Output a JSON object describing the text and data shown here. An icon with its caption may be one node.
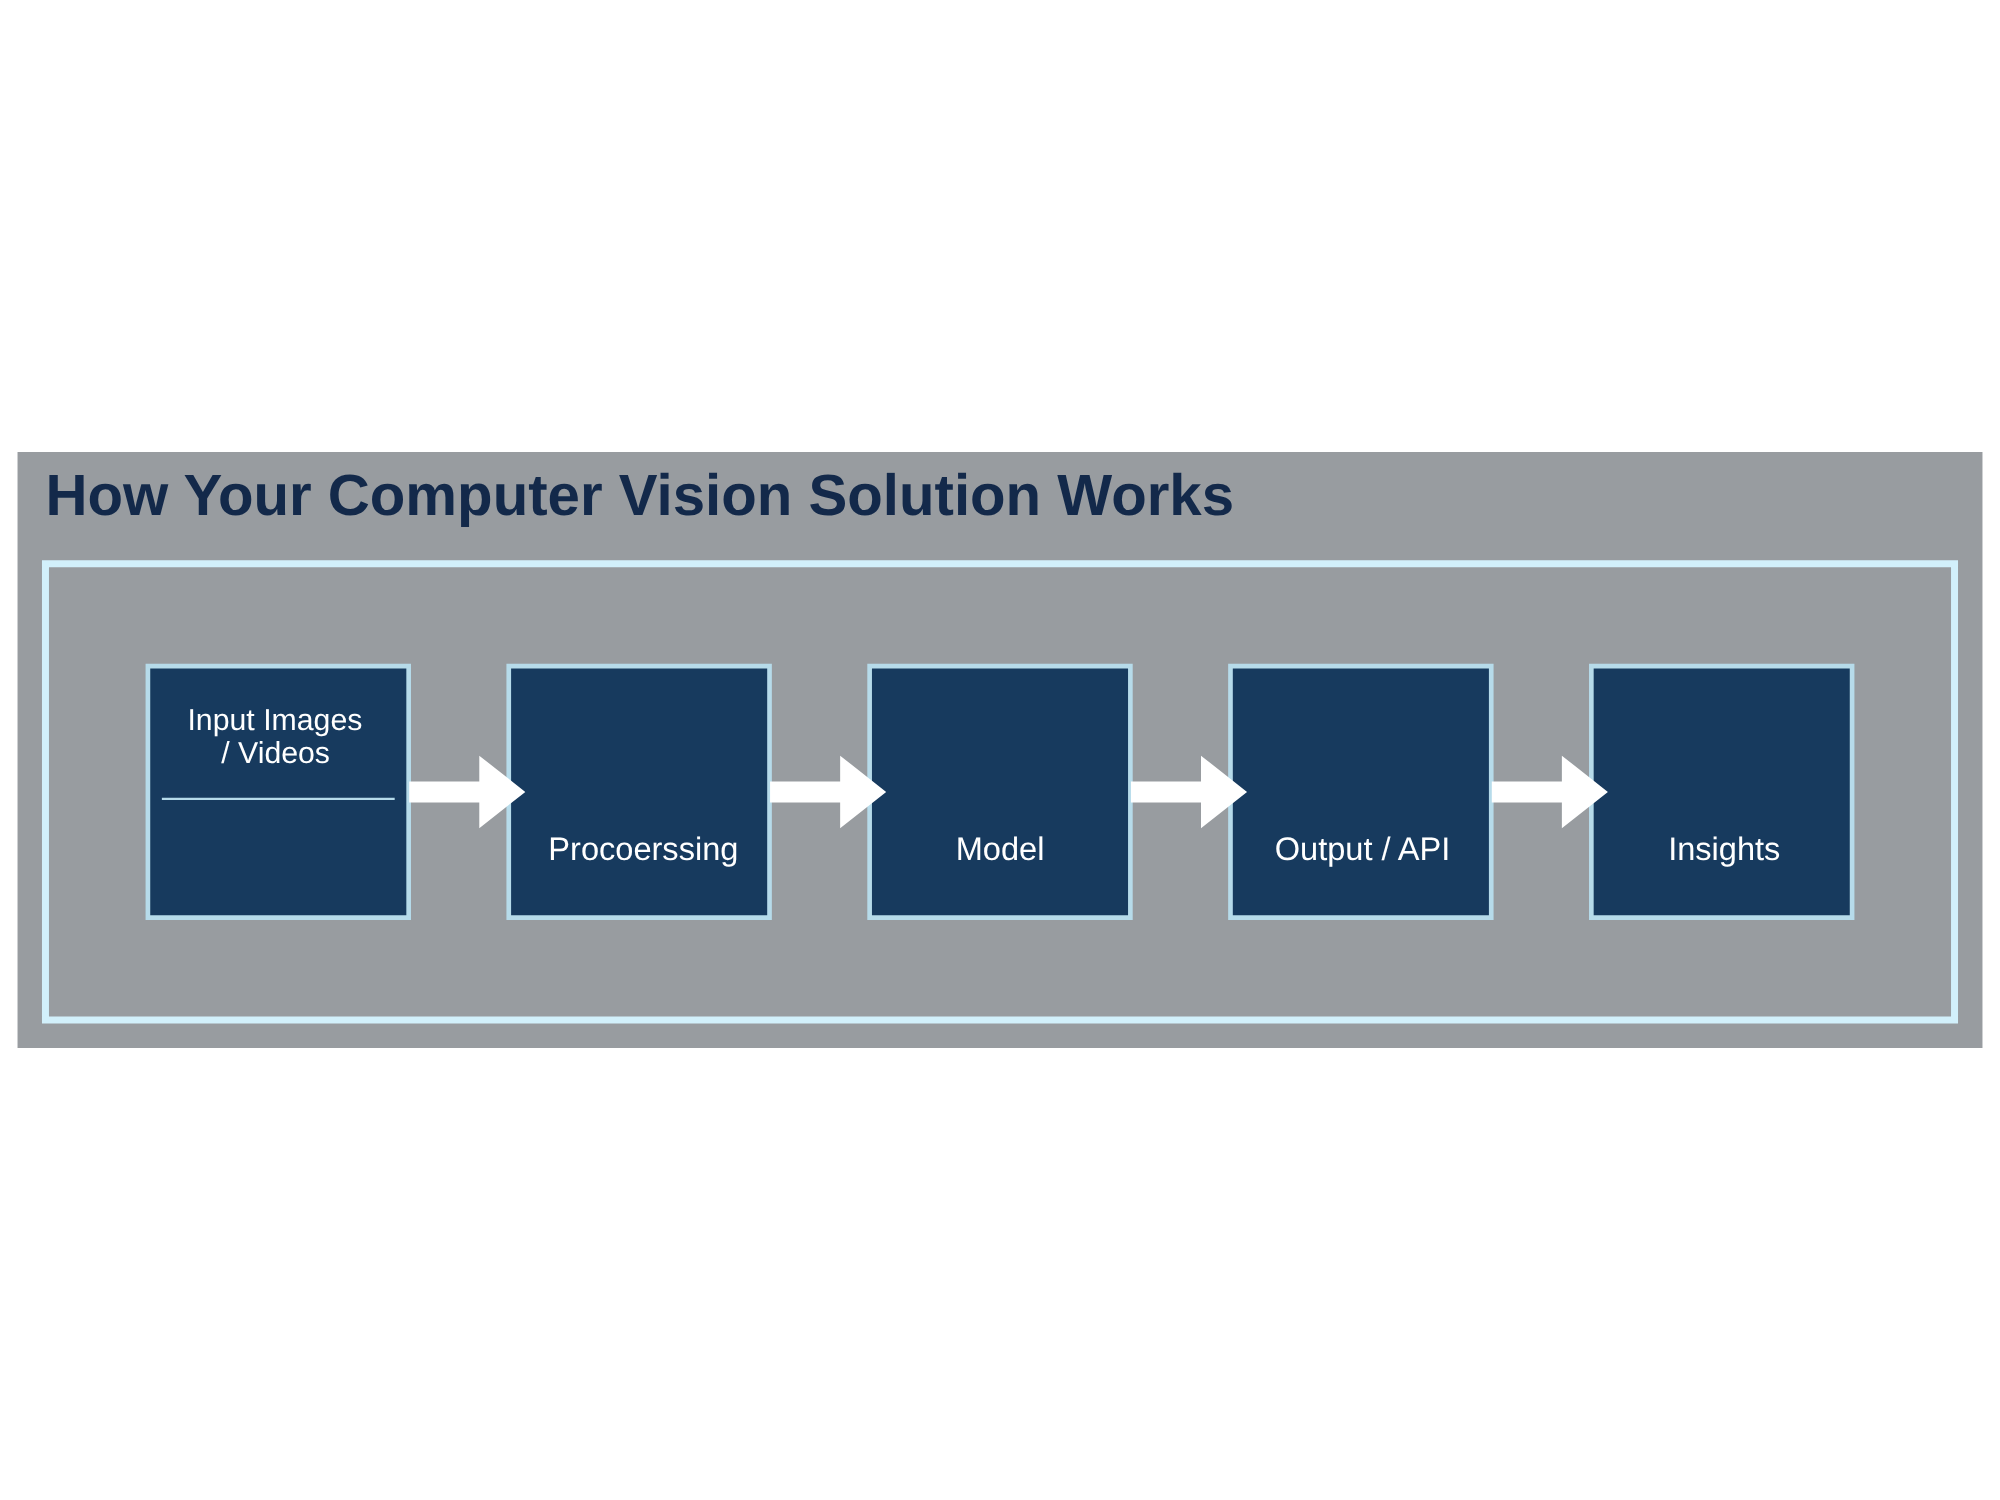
{
  "diagram": {
    "title": "How Your Computer Vision Solution Works",
    "nodes": [
      {
        "text": [],
        "shape": "box"
      },
      {
        "text": [
          "Input Images / Videos"
        ],
        "in": 0
      },
      {
        "text": [
          "Procoerssing"
        ],
        "in": 0
      },
      {
        "text": [
          "Model"
        ],
        "in": 0
      },
      {
        "text": [
          "Output / API"
        ],
        "in": 0
      },
      {
        "text": [
          "Insights"
        ],
        "in": 0
      }
    ],
    "edges": [
      {
        "from": 1,
        "to": 2,
        "arrow": "to"
      },
      {
        "from": 2,
        "to": 3,
        "arrow": "to"
      },
      {
        "from": 3,
        "to": 4,
        "arrow": "to"
      },
      {
        "from": 4,
        "to": 5,
        "arrow": "to"
      }
    ]
  }
}
